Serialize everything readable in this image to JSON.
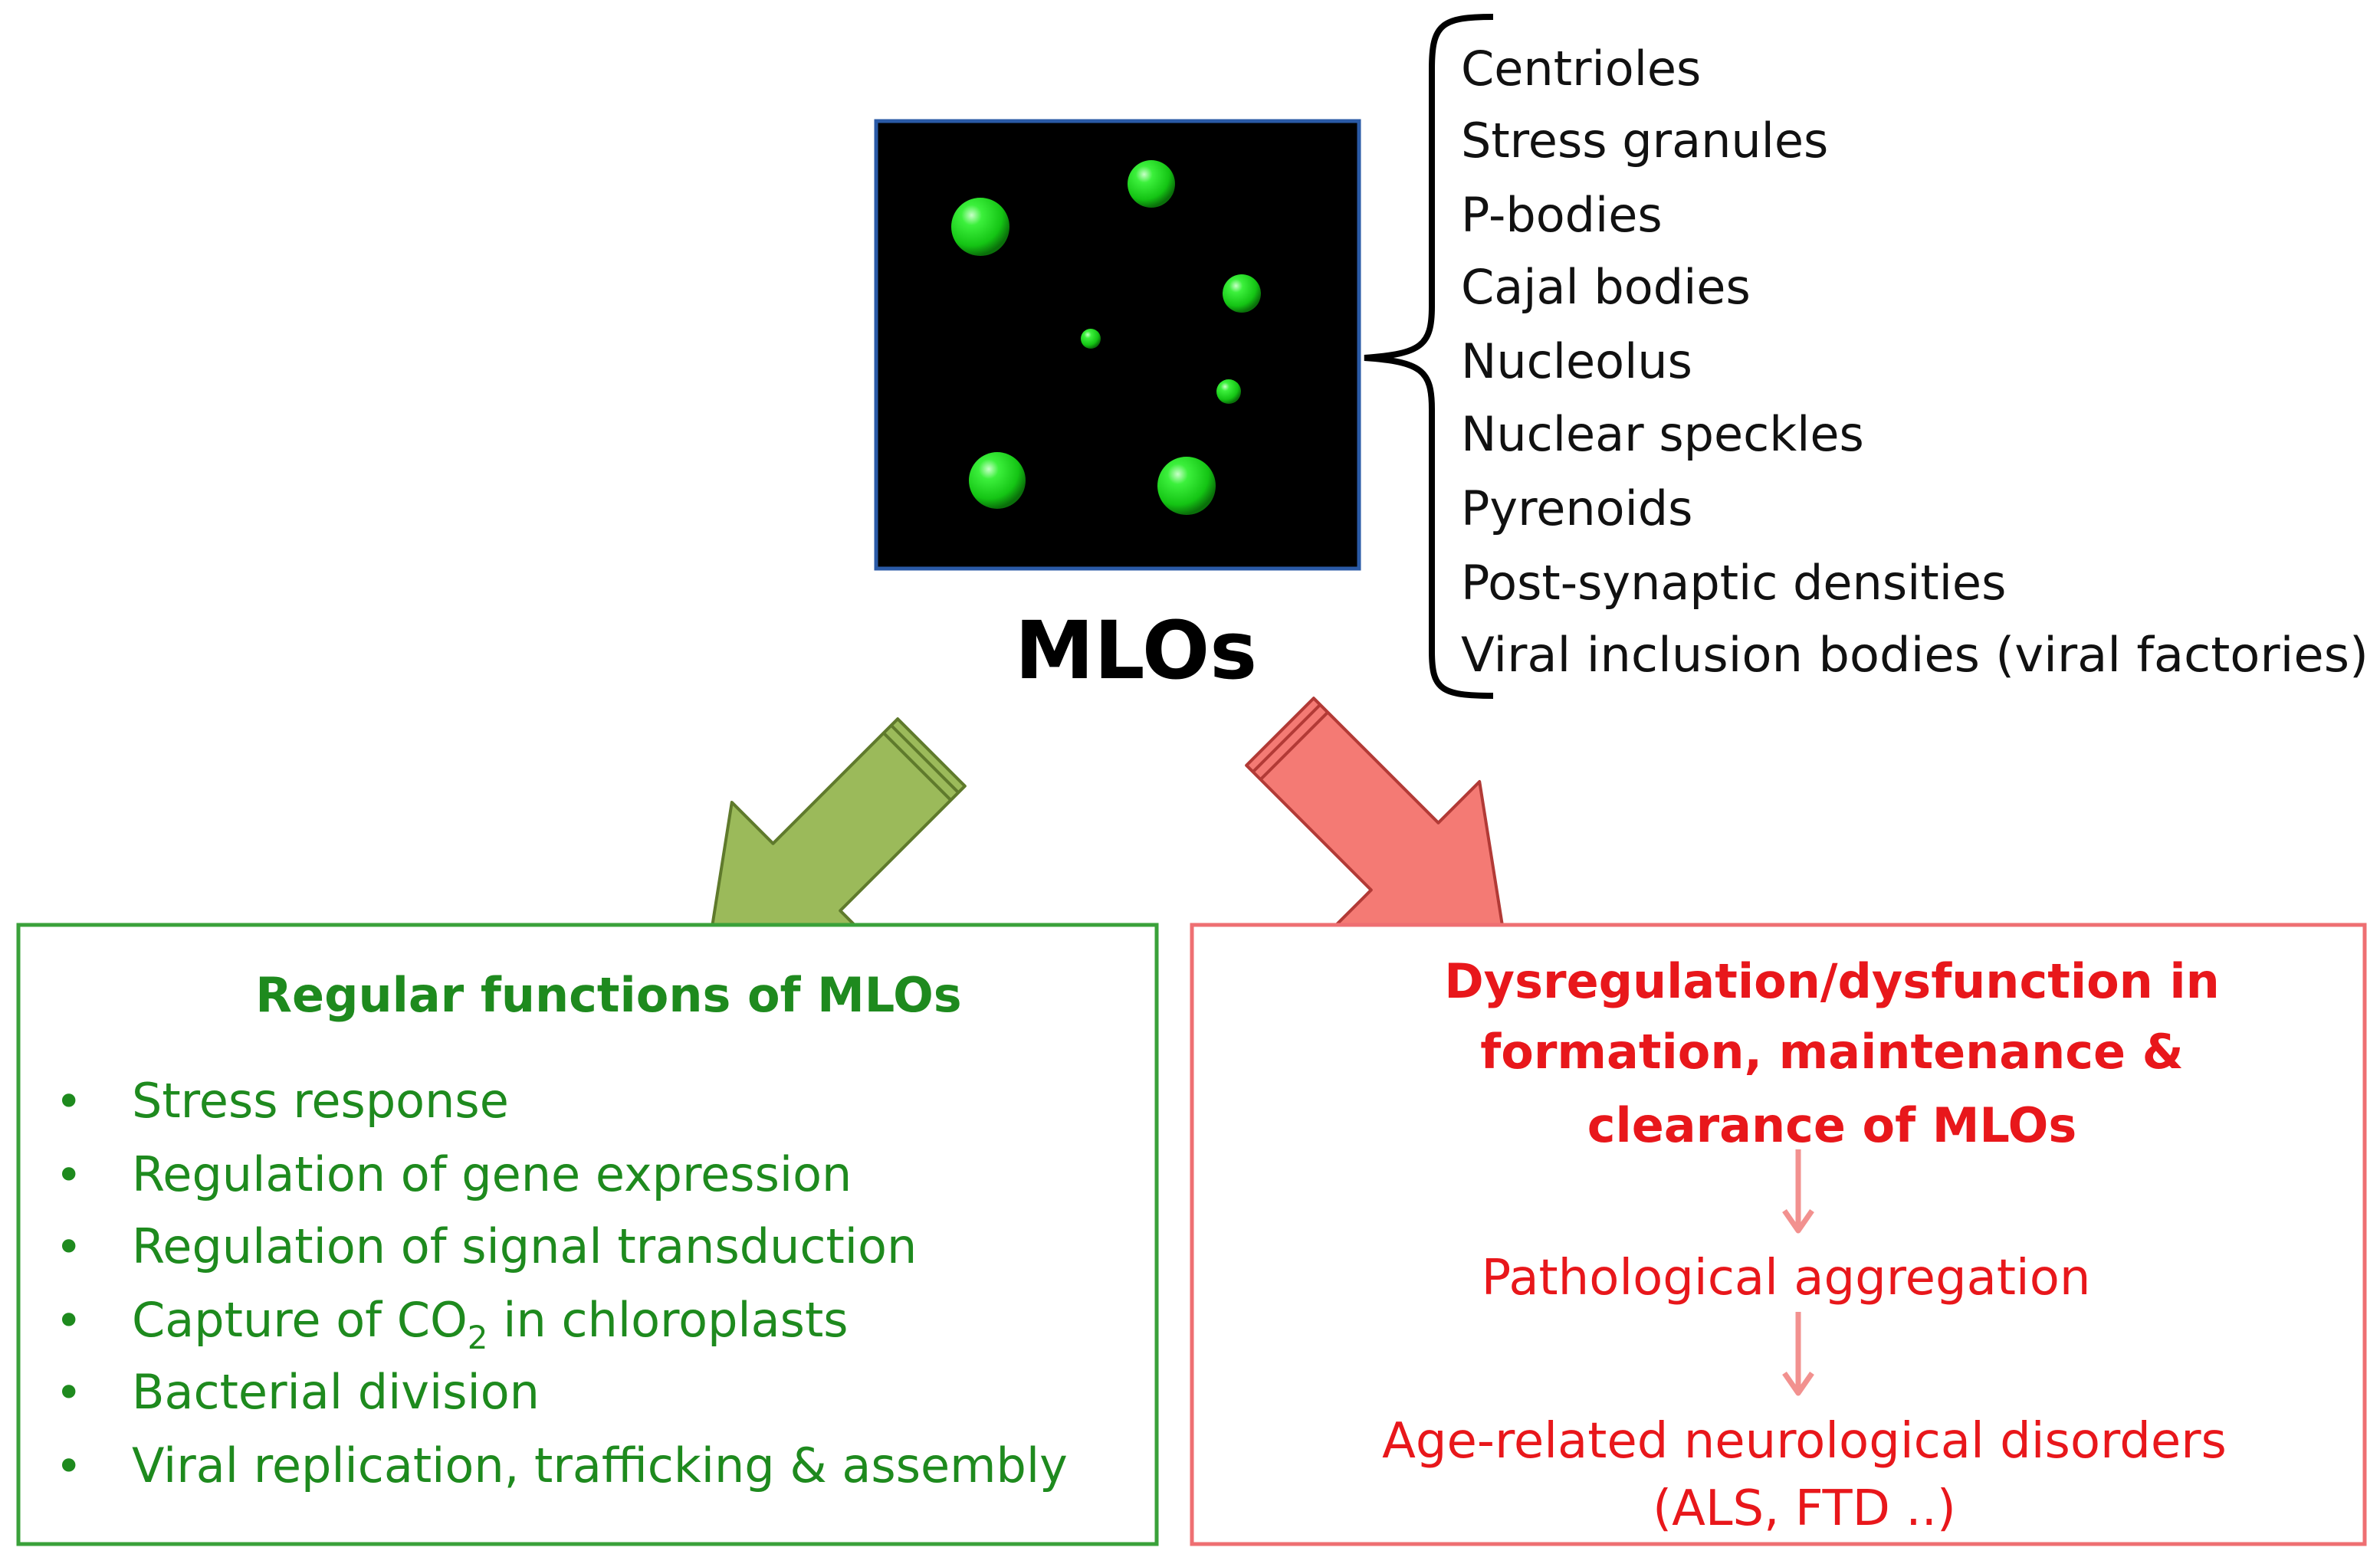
{
  "diagram": {
    "center_label": "MLOs",
    "mlo_types": [
      "Centrioles",
      "Stress granules",
      "P-bodies",
      "Cajal bodies",
      "Nucleolus",
      "Nuclear speckles",
      "Pyrenoids",
      "Post-synaptic densities",
      "Viral inclusion bodies (viral factories)"
    ],
    "regular": {
      "title": "Regular functions of MLOs",
      "items": [
        "Stress response",
        "Regulation of gene expression",
        "Regulation of signal transduction",
        "Capture of CO",
        "Bacterial division",
        "Viral replication, trafficking & assembly"
      ],
      "co2_subscript": "2",
      "co2_suffix": " in chloroplasts",
      "bullet": "•"
    },
    "dysfunction": {
      "title_lines": [
        "Dysregulation/dysfunction  in",
        "formation, maintenance &",
        "clearance of MLOs"
      ],
      "step1": "Pathological aggregation",
      "step2_lines": [
        "Age-related neurological disorders",
        "(ALS, FTD ..)"
      ]
    },
    "colors": {
      "green_text": "#1e8a1e",
      "green_border": "#3aa13a",
      "green_arrow": "#9bba5a",
      "red_text": "#e8171b",
      "red_border": "#ee6f72",
      "red_arrow": "#f47a74",
      "pink_arrow": "#f2918f",
      "image_bg": "#000000",
      "sphere": "#22dd22"
    }
  }
}
